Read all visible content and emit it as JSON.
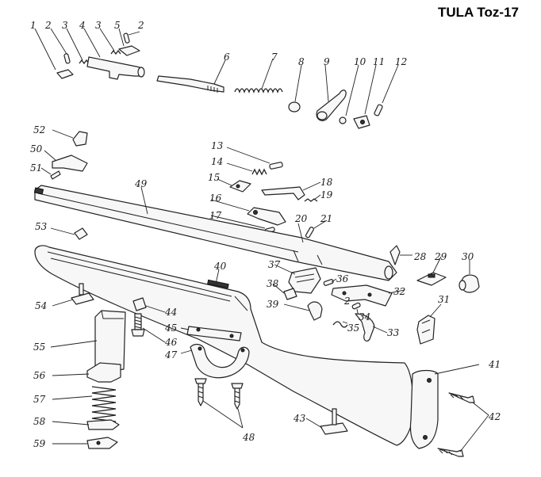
{
  "title": "TULA Toz-17",
  "labels": {
    "l1": "1",
    "l2a": "2",
    "l3a": "3",
    "l4": "4",
    "l3b": "3",
    "l5": "5",
    "l2b": "2",
    "l6": "6",
    "l7": "7",
    "l8": "8",
    "l9": "9",
    "l10": "10",
    "l11": "11",
    "l12": "12",
    "l52": "52",
    "l50": "50",
    "l51": "51",
    "l13": "13",
    "l14": "14",
    "l15": "15",
    "l18": "18",
    "l19": "19",
    "l16": "16",
    "l17": "17",
    "l49": "49",
    "l20": "20",
    "l21": "21",
    "l53": "53",
    "l28": "28",
    "l29": "29",
    "l30": "30",
    "l40": "40",
    "l37": "37",
    "l36": "36",
    "l38": "38",
    "l32": "32",
    "l2c": "2",
    "l34": "34",
    "l39": "39",
    "l31": "31",
    "l54": "54",
    "l44": "44",
    "l45": "45",
    "l46": "46",
    "l35": "35",
    "l33": "33",
    "l47": "47",
    "l55": "55",
    "l41": "41",
    "l56": "56",
    "l57": "57",
    "l42": "42",
    "l58": "58",
    "l43": "43",
    "l48": "48",
    "l59": "59"
  }
}
